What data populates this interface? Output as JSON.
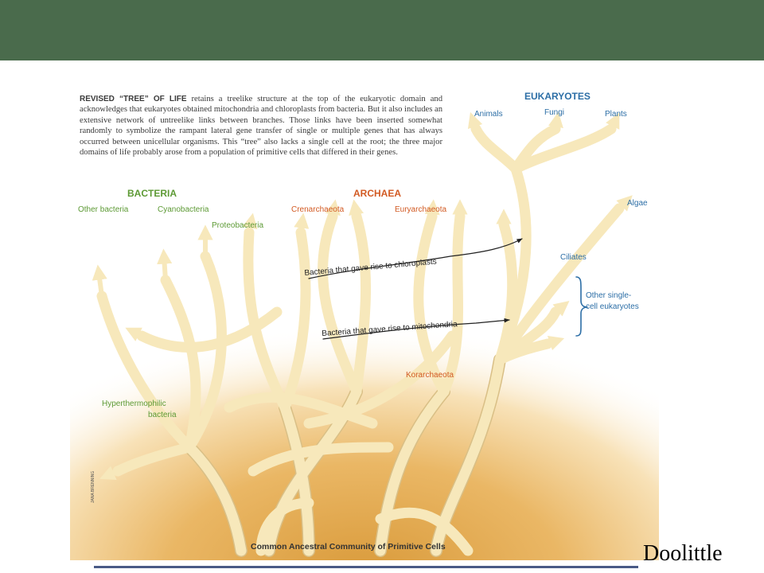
{
  "caption": {
    "lead": "REVISED “TREE” OF LIFE",
    "text": " retains a treelike structure at the top of the eukaryotic domain and acknowledges that eukaryotes obtained mitochondria and chloroplasts from bacteria. But it also includes an extensive network of untreelike links between branches. Those links have been inserted somewhat randomly to symbolize the rampant lateral gene transfer of single or multiple genes that has always occurred between unicellular organisms. This “tree” also lacks a single cell at the root; the three major domains of life probably arose from a population of primitive cells that differed in their genes."
  },
  "groups": {
    "bacteria": "BACTERIA",
    "archaea": "ARCHAEA",
    "eukaryotes": "EUKARYOTES"
  },
  "labels": {
    "other_bacteria": "Other bacteria",
    "cyanobacteria": "Cyanobacteria",
    "proteobacteria": "Proteobacteria",
    "crenarchaeota": "Crenarchaeota",
    "euryarchaeota": "Euryarchaeota",
    "animals": "Animals",
    "fungi": "Fungi",
    "plants": "Plants",
    "algae": "Algae",
    "ciliates": "Ciliates",
    "other_single_1": "Other single-",
    "other_single_2": "cell eukaryotes",
    "korarchaeota": "Korarchaeota",
    "hyper_1": "Hyperthermophilic",
    "hyper_2": "bacteria",
    "chloroplasts": "Bacteria that gave rise to chloroplasts",
    "mitochondria": "Bacteria that gave rise to mitochondria",
    "root": "Common Ancestral Community of Primitive Cells",
    "credit": "JANA BRENNING"
  },
  "footer": {
    "author": "Doolittle"
  },
  "colors": {
    "header": "#4a6b4c",
    "branch": "#f7e8bb",
    "branch_edge": "#d9bf86",
    "bacteria": "#5d9a35",
    "archaea": "#d25a23",
    "eukaryotes": "#2c6ea6"
  }
}
